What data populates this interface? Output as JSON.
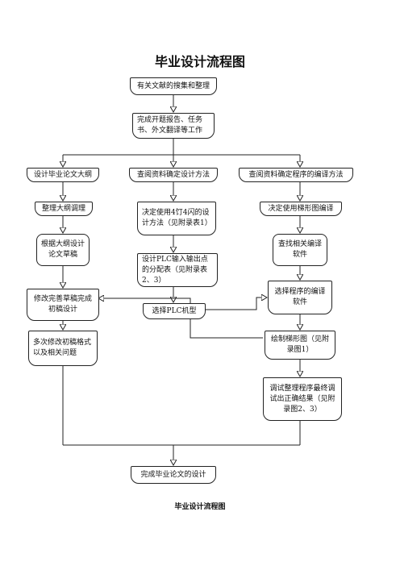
{
  "title": "毕业设计流程图",
  "caption": "毕业设计流程图",
  "nodes": {
    "n1": "有关文献的搜集和整理",
    "n2": "完成开题报告、任务书、外文翻译等工作",
    "a1": "设计毕业论文大纲",
    "a2": "整理大纲调理",
    "a3": "根据大纲设计论文草稿",
    "a4": "修改完善草稿完成初稿设计",
    "a5": "多次修改初稿格式以及相关问题",
    "b1": "查阅资料确定设计方法",
    "b2": "决定使用4饤4闪的设计方法（见附录表1）",
    "b3": "设计PLC输入输出点的分配表（见附录表2、3）",
    "b4": "选择PLC机型",
    "c1": "查阅资料确定程序的编译方法",
    "c2": "决定使用梯形图编译",
    "c3": "查找相关编译软件",
    "c4": "选择程序的编译软件",
    "c5": "绘制梯形图（见附录图1）",
    "c6": "调试整理程序最终调试出正确结果（见附录图2、3）",
    "end": "完成毕业论文的设计"
  }
}
